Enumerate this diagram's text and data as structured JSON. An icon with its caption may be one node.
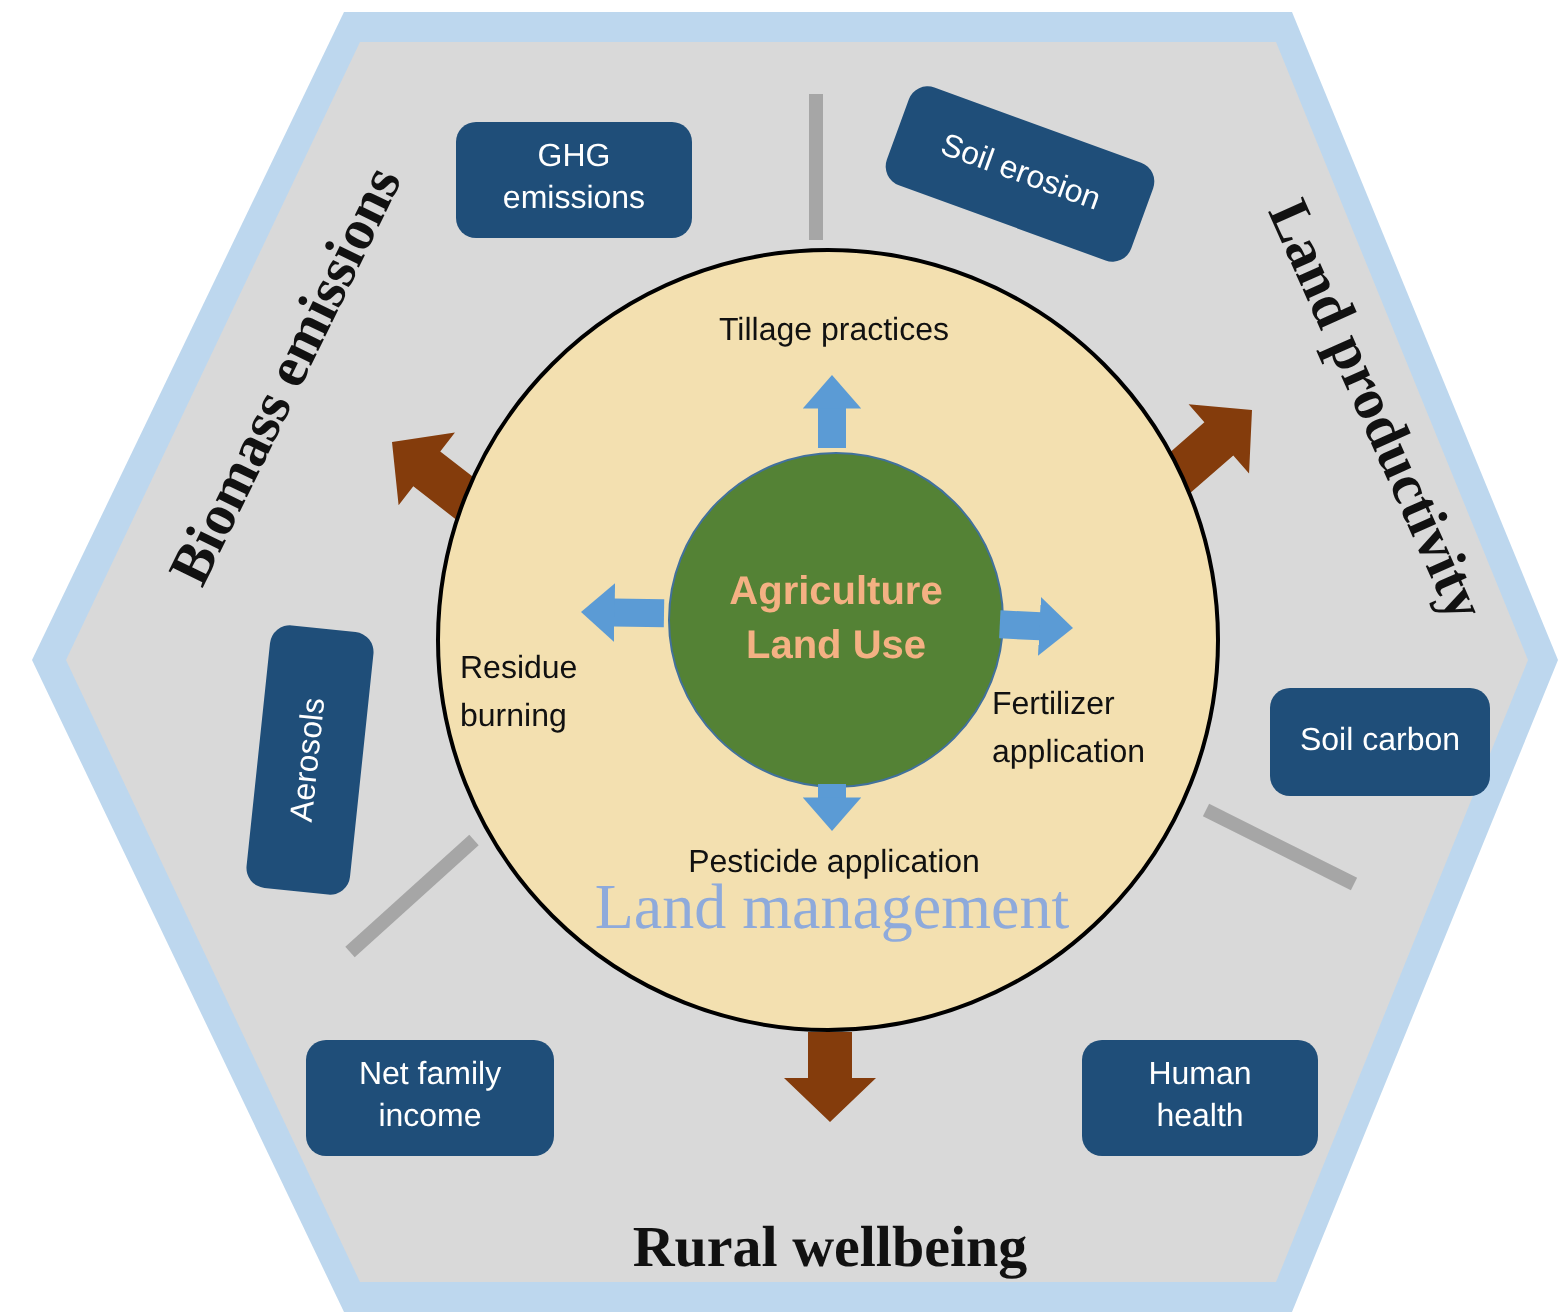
{
  "diagram": {
    "nodes": [
      {
        "text": [
          "Land management"
        ]
      },
      {
        "text": [
          "Agriculture Land Use"
        ],
        "in": 0
      },
      {
        "text": [
          "Tillage practices"
        ],
        "in": 0
      },
      {
        "text": [
          "Residue burning"
        ],
        "in": 0
      },
      {
        "text": [
          "Fertilizer application"
        ],
        "in": 0
      },
      {
        "text": [
          "Pesticide application"
        ],
        "in": 0
      },
      {
        "text": [
          "Biomass emissions"
        ]
      },
      {
        "text": [
          "Land productivity"
        ]
      },
      {
        "text": [
          "Rural wellbeing"
        ]
      },
      {
        "text": [
          "GHG emissions"
        ]
      },
      {
        "text": [
          "Soil erosion"
        ]
      },
      {
        "text": [
          "Soil carbon"
        ]
      },
      {
        "text": [
          "Aerosols"
        ]
      },
      {
        "text": [
          "Net family income"
        ]
      },
      {
        "text": [
          "Human health"
        ]
      }
    ],
    "edges": [
      {
        "from": 1,
        "to": 2,
        "arrow": "to"
      },
      {
        "from": 1,
        "to": 3,
        "arrow": "to"
      },
      {
        "from": 1,
        "to": 4,
        "arrow": "to"
      },
      {
        "from": 1,
        "to": 5,
        "arrow": "to"
      }
    ]
  }
}
